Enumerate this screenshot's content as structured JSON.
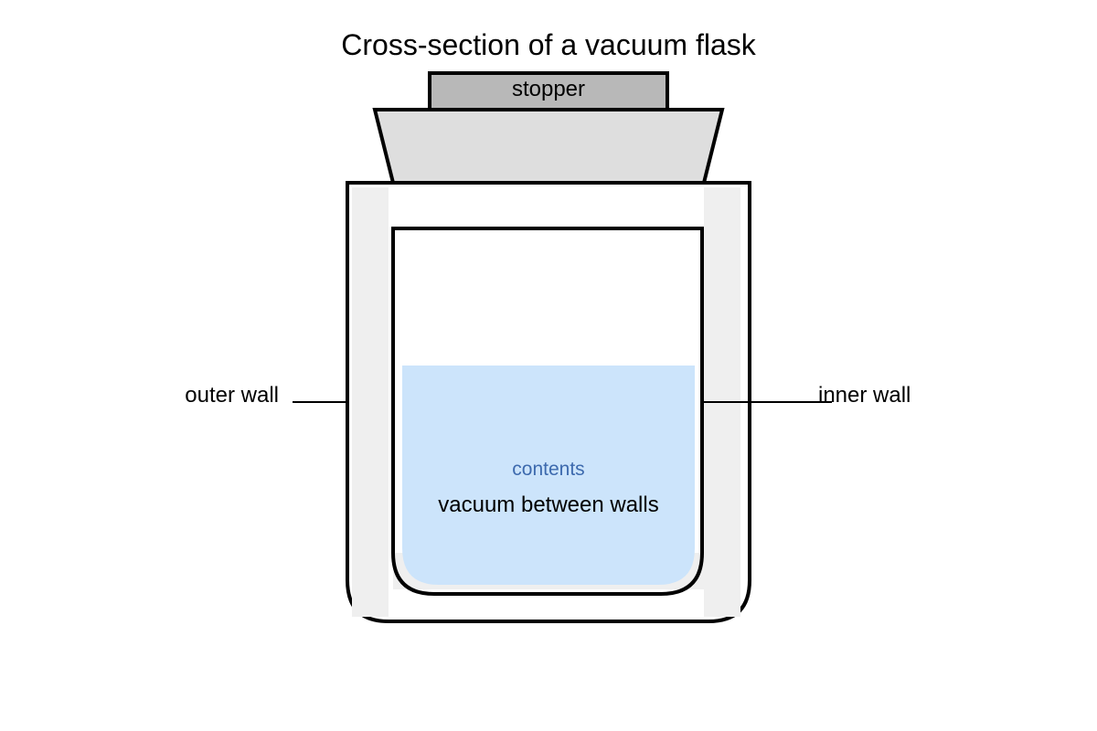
{
  "diagram": {
    "title": "Cross-section of a vacuum flask",
    "labels": {
      "stopper": "stopper",
      "outer_wall": "outer wall",
      "inner_wall": "inner wall",
      "contents": "contents",
      "vacuum": "vacuum between walls"
    },
    "colors": {
      "stopper": "#b8b8b8",
      "neck": "#dedede",
      "vacuum_gap": "#efefef",
      "contents_fill": "#cce4fb",
      "contents_text": "#3d6aae",
      "outline": "#000000"
    }
  }
}
